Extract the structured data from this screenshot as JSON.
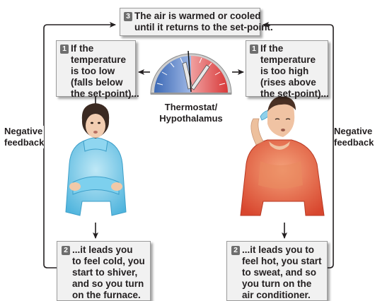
{
  "top_box": {
    "number": "3",
    "lines": [
      "The air is warmed or cooled",
      "until it returns to the set-point."
    ]
  },
  "left_condition": {
    "number": "1",
    "lines": [
      "If the",
      "temperature",
      "is too low",
      "(falls below",
      "the set-point)..."
    ]
  },
  "right_condition": {
    "number": "1",
    "lines": [
      "If the",
      "temperature",
      "is too high",
      "(rises above",
      "the set-point)..."
    ]
  },
  "thermostat": {
    "lines": [
      "Thermostat/",
      "Hypothalamus"
    ]
  },
  "left_feedback": {
    "lines": [
      "Negative",
      "feedback"
    ]
  },
  "right_feedback": {
    "lines": [
      "Negative",
      "feedback"
    ]
  },
  "left_response": {
    "number": "2",
    "lines": [
      "...it leads you",
      "to feel cold, you",
      "start to shiver,",
      "and so you turn",
      "on the furnace."
    ]
  },
  "right_response": {
    "number": "2",
    "lines": [
      "...it leads you to",
      "feel hot, you start",
      "to sweat, and so",
      "you turn on the",
      "air conditioner."
    ]
  },
  "colors": {
    "cold": "#4f7dc4",
    "hot": "#e05252",
    "box_bg": "#f1f1f1",
    "arrow": "#231f20",
    "sweater": "#5fc2e4",
    "shirt": "#e0553a"
  },
  "icons": {
    "thermostat": "thermostat-dial-icon",
    "cold_person": "shivering-person-illustration",
    "hot_person": "sweating-person-illustration"
  }
}
